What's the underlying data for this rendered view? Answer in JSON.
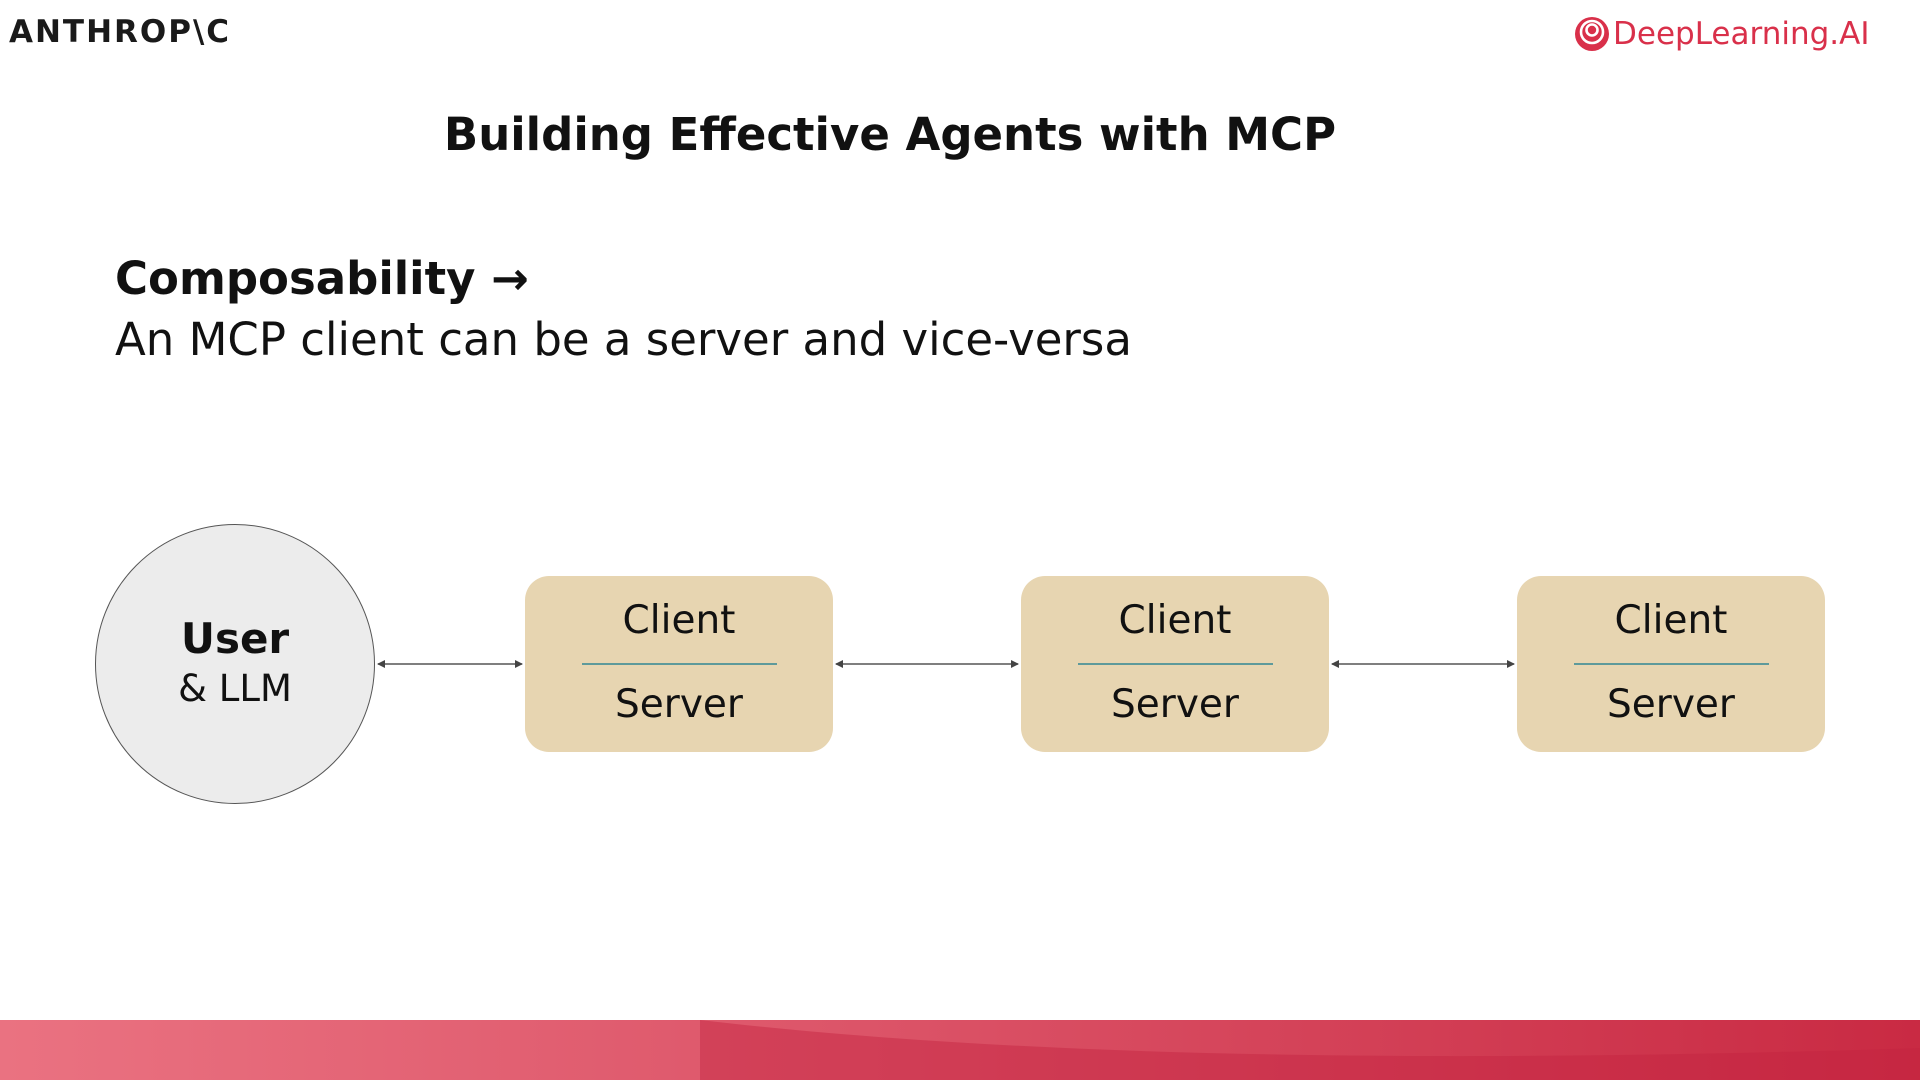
{
  "header": {
    "left_logo": "ANTHROP\\C",
    "right_logo": "DeepLearning.AI"
  },
  "slide": {
    "title": "Building Effective Agents with MCP",
    "concept": "Composability →",
    "description": "An MCP client can be a server and vice-versa"
  },
  "diagram": {
    "user": {
      "title": "User",
      "subtitle": "& LLM"
    },
    "nodes": [
      {
        "top": "Client",
        "bottom": "Server"
      },
      {
        "top": "Client",
        "bottom": "Server"
      },
      {
        "top": "Client",
        "bottom": "Server"
      }
    ]
  },
  "colors": {
    "accent": "#d9304a",
    "node_fill": "#e7d5b1",
    "node_divider": "#5e9a9b",
    "user_fill": "#ececec",
    "footer_gradient_start": "#ea7281",
    "footer_gradient_end": "#c92a43"
  },
  "icons": {
    "brand": "deeplearning-ai-logo-icon"
  }
}
